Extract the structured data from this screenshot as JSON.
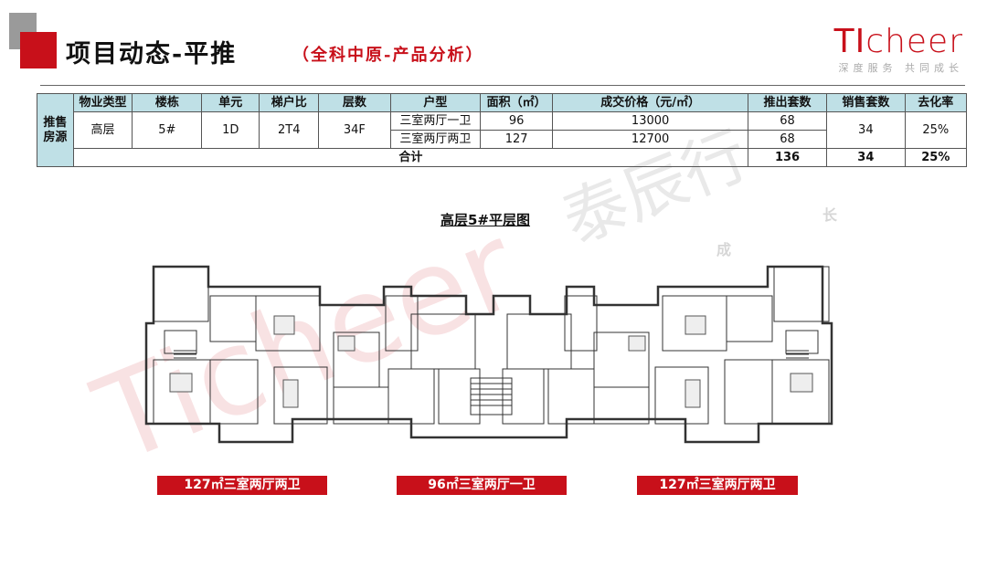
{
  "header": {
    "title": "项目动态-平推",
    "subtitle": "（全科中原-产品分析）",
    "logo": {
      "brand": "TIcheer",
      "slogan": "深度服务 共同成长"
    }
  },
  "table": {
    "side_label": "推售房源",
    "headers": [
      "物业类型",
      "楼栋",
      "单元",
      "梯户比",
      "层数",
      "户型",
      "面积（㎡）",
      "成交价格（元/㎡）",
      "推出套数",
      "销售套数",
      "去化率"
    ],
    "row": {
      "property_type": "高层",
      "building": "5#",
      "unit": "1D",
      "ratio": "2T4",
      "floors": "34F",
      "sold": "34",
      "rate": "25%"
    },
    "sub_rows": [
      {
        "layout": "三室两厅一卫",
        "area": "96",
        "price": "13000",
        "launched": "68"
      },
      {
        "layout": "三室两厅两卫",
        "area": "127",
        "price": "12700",
        "launched": "68"
      }
    ],
    "total": {
      "label": "合计",
      "launched": "136",
      "sold": "34",
      "rate": "25%"
    }
  },
  "plan": {
    "title": "高层5#平层图",
    "badges": [
      "127㎡三室两厅两卫",
      "96㎡三室两厅一卫",
      "127㎡三室两厅两卫"
    ]
  },
  "watermark": {
    "brand": "Ticheer",
    "cn": "泰辰行",
    "small1": "成",
    "small2": "长"
  },
  "colors": {
    "accent": "#c8101a",
    "table_header": "#bfe0e6"
  }
}
